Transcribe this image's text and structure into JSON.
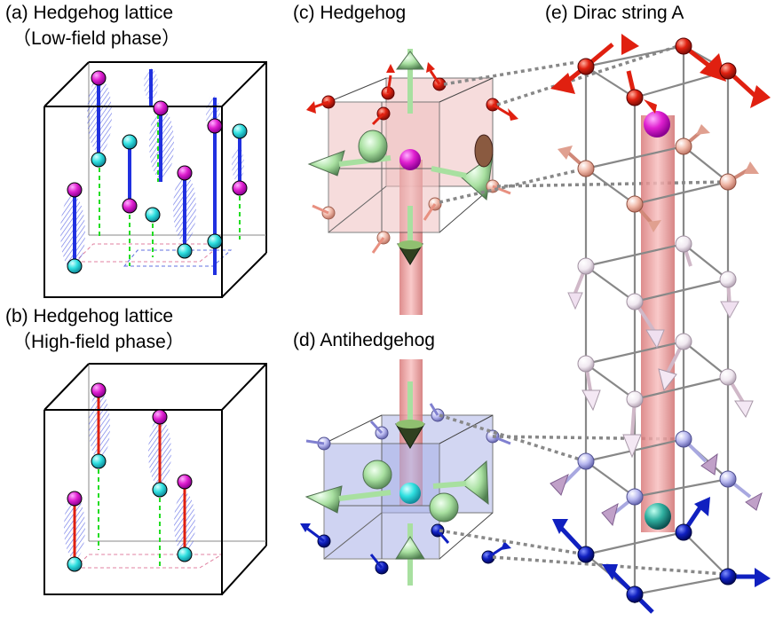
{
  "panels": {
    "a": {
      "title": "(a) Hedgehog lattice",
      "subtitle": "（Low-field phase）"
    },
    "b": {
      "title": "(b) Hedgehog lattice",
      "subtitle": "（High-field phase）"
    },
    "c": {
      "title": "(c) Hedgehog"
    },
    "d": {
      "title": "(d) Antihedgehog"
    },
    "e": {
      "title": "(e) Dirac string A"
    }
  },
  "colors": {
    "hedgehog_sphere": "#e020d0",
    "antihedgehog_sphere": "#30e0e0",
    "string_core": "#2030e0",
    "string_halo": "#8890e8",
    "bond_green": "#22dd22",
    "red_spin": "#e02010",
    "blue_spin": "#1020c0",
    "light_green_arrow": "#a8e0a0",
    "hedgehog_cube_fill": "#f0c0c0",
    "antihedgehog_cube_fill": "#a8b0e8",
    "dirac_tube": "#e88888"
  }
}
